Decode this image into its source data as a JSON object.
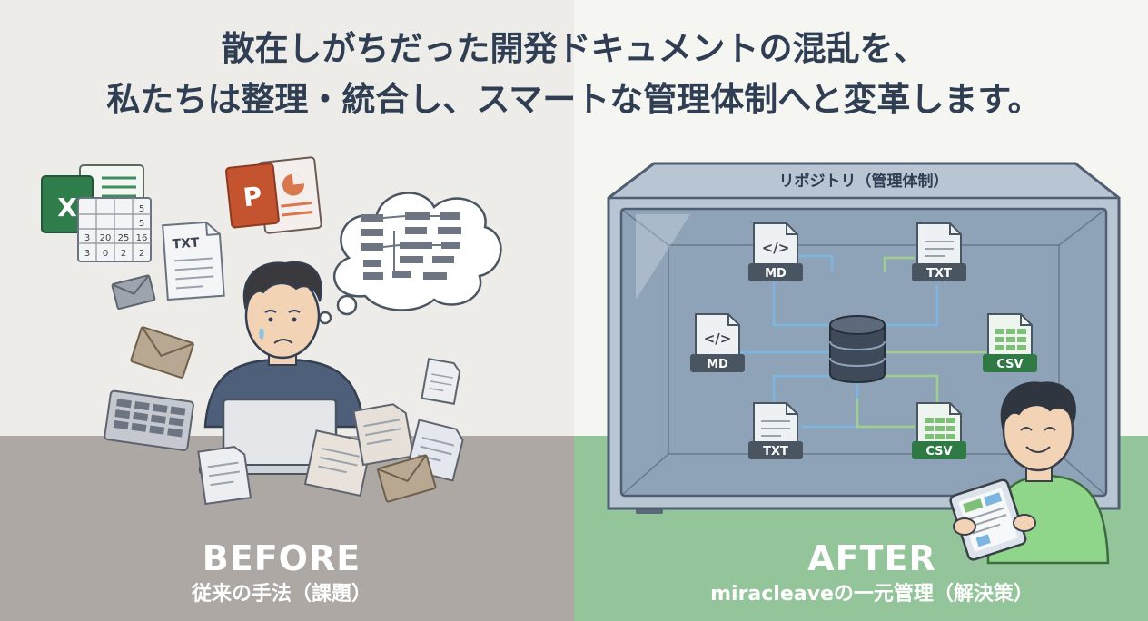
{
  "headline": {
    "line1": "散在しがちだった開発ドキュメントの混乱を、",
    "line2": "私たちは整理・統合し、スマートな管理体制へと変革します。"
  },
  "before": {
    "title": "BEFORE",
    "subtitle": "従来の手法（課題）",
    "icons": {
      "excel_letter": "X",
      "ppt_letter": "P",
      "txt_label": "TXT",
      "sheet_cells": [
        "5",
        "5",
        "3",
        "20",
        "25",
        "16",
        "3",
        "0",
        "2",
        "2"
      ]
    }
  },
  "after": {
    "title": "AFTER",
    "subtitle": "miracleaveの一元管理（解決策）",
    "repository_label": "リポジトリ（管理体制）",
    "file_labels": {
      "md_top": "MD",
      "txt_top": "TXT",
      "md_left": "MD",
      "csv_right": "CSV",
      "txt_bottom": "TXT",
      "csv_bottom": "CSV"
    },
    "code_glyph": "</>"
  },
  "colors": {
    "headline": "#2f3e52",
    "floor_before": "#aea8a4",
    "floor_after": "#93c49a",
    "excel_green": "#2e7d4a",
    "ppt_orange": "#c4532f",
    "repo_glass": "#8fa3b8",
    "label_dark": "#4a5562",
    "csv_green": "#2f7a44"
  }
}
